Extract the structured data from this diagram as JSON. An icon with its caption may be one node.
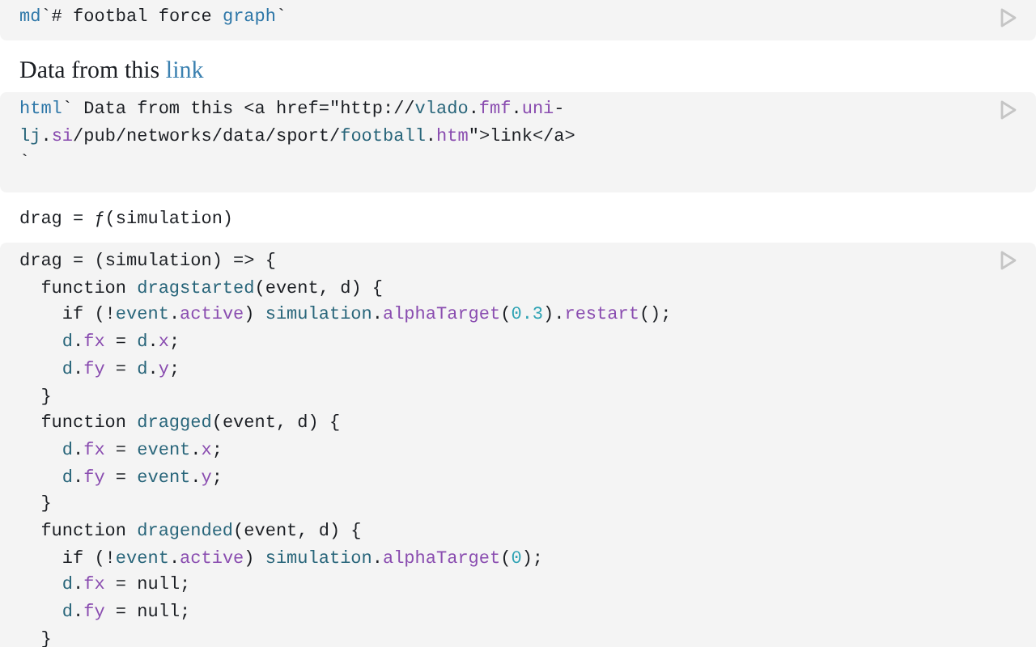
{
  "diagram": {
    "nodes": [
      {
        "text": [
          "md`# footbal force graph`"
        ]
      },
      {
        "text": [
          "html` Data from this <a href=\"http://vlado.fmf.uni-lj.si/pub/networks/data/sport/football.htm\">link</a>",
          "`"
        ]
      },
      {
        "text": [
          "drag = (simulation) => {",
          "  function dragstarted(event, d) {",
          "    if (!event.active) simulation.alphaTarget(0.3).restart();",
          "    d.fx = d.x;",
          "    d.fy = d.y;",
          "  }",
          "  function dragged(event, d) {",
          "    d.fx = event.x;",
          "    d.fy = event.y;",
          "  }",
          "  function dragended(event, d) {",
          "    if (!event.active) simulation.alphaTarget(0);",
          "    d.fx = null;",
          "    d.fy = null;",
          "  }"
        ]
      }
    ],
    "labels": [
      "Data from this",
      "link",
      "drag = ƒ(simulation)"
    ]
  }
}
